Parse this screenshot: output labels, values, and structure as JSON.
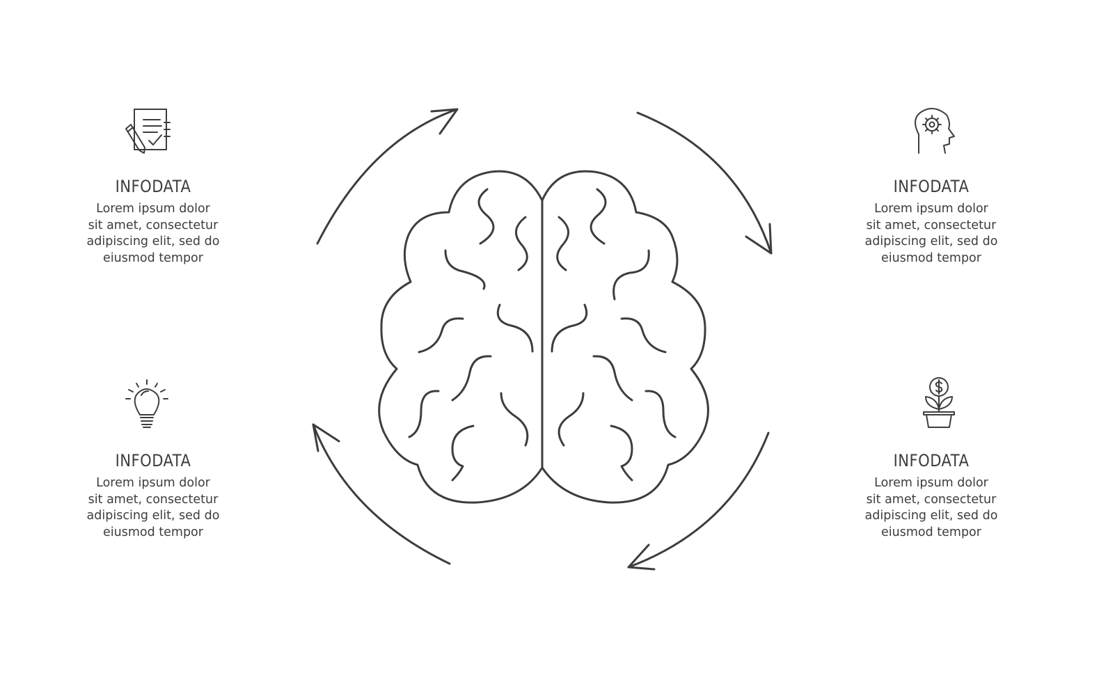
{
  "colors": {
    "stroke": "#3d3d3d",
    "text": "#3d3d3d",
    "background": "#ffffff"
  },
  "central_icon": "brain-icon",
  "cycle_direction": "clockwise",
  "blocks": [
    {
      "position": "top-left",
      "icon": "document-pen-icon",
      "title": "INFODATA",
      "lines": [
        "Lorem ipsum dolor",
        "sit amet, consectetur",
        "adipiscing elit, sed do",
        "eiusmod tempor"
      ]
    },
    {
      "position": "top-right",
      "icon": "head-gear-icon",
      "title": "INFODATA",
      "lines": [
        "Lorem ipsum dolor",
        "sit amet, consectetur",
        "adipiscing elit, sed do",
        "eiusmod tempor"
      ]
    },
    {
      "position": "bottom-left",
      "icon": "lightbulb-icon",
      "title": "INFODATA",
      "lines": [
        "Lorem ipsum dolor",
        "sit amet, consectetur",
        "adipiscing elit, sed do",
        "eiusmod tempor"
      ]
    },
    {
      "position": "bottom-right",
      "icon": "money-plant-icon",
      "title": "INFODATA",
      "lines": [
        "Lorem ipsum dolor",
        "sit amet, consectetur",
        "adipiscing elit, sed do",
        "eiusmod tempor"
      ]
    }
  ]
}
